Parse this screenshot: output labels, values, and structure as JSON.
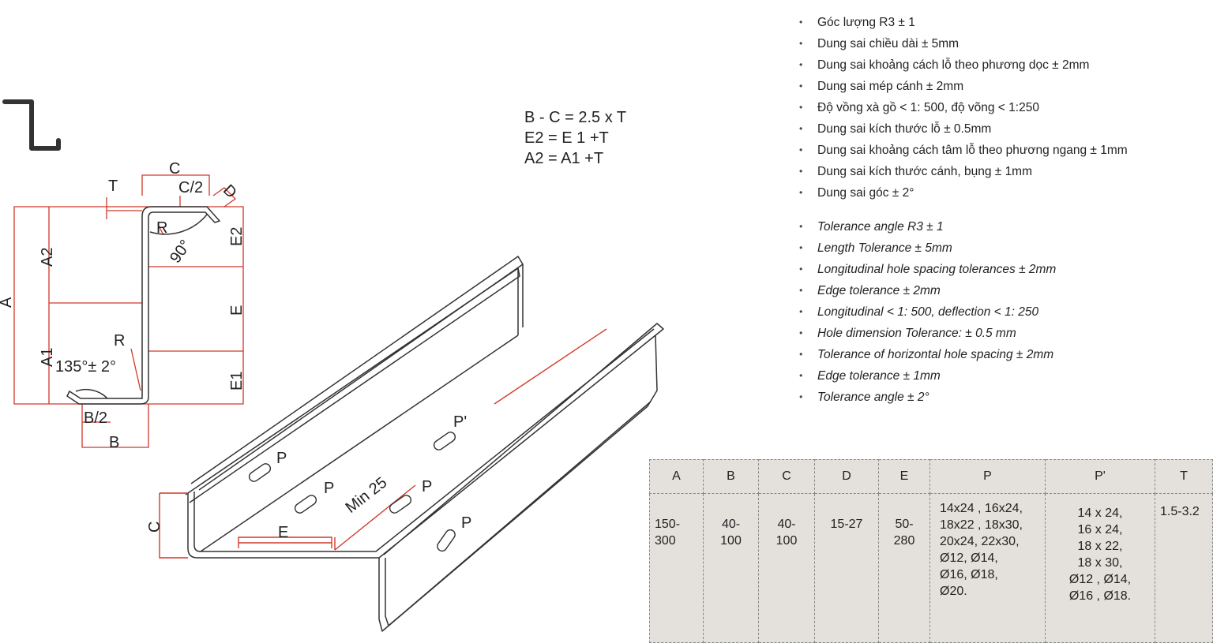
{
  "formulas": [
    "B - C = 2.5 x T",
    "E2 = E 1 +T",
    "A2 = A1 +T"
  ],
  "tolerances_vi": [
    "Góc lượng R3 ± 1",
    "Dung sai chiều dài  ± 5mm",
    "Dung sai khoảng cách lỗ theo phương dọc ± 2mm",
    "Dung sai mép cánh ± 2mm",
    "Độ vồng xà gồ < 1: 500, độ võng < 1:250",
    "Dung sai kích thước lỗ ± 0.5mm",
    "Dung sai khoảng cách tâm lỗ theo phương ngang ± 1mm",
    "Dung sai kích thước cánh, bụng ± 1mm",
    "Dung sai góc ± 2°"
  ],
  "tolerances_en": [
    "Tolerance angle R3 ± 1",
    "Length Tolerance ± 5mm",
    "Longitudinal hole spacing tolerances ± 2mm",
    "Edge tolerance ± 2mm",
    "Longitudinal < 1: 500, deflection < 1: 250",
    "Hole dimension Tolerance: ± 0.5 mm",
    "Tolerance of horizontal hole spacing ± 2mm",
    "Edge tolerance  ± 1mm",
    "Tolerance angle ± 2°"
  ],
  "section_labels": {
    "T": "T",
    "C": "C",
    "C2": "C/2",
    "D": "D",
    "R_top": "R",
    "angle90": "90°",
    "A": "A",
    "A1": "A1",
    "A2": "A2",
    "E": "E",
    "E1": "E1",
    "E2": "E2",
    "R_bottom": "R",
    "angle135": "135°± 2°",
    "B": "B",
    "B2": "B/2"
  },
  "iso_labels": {
    "P1": "P",
    "P2": "P",
    "P3": "P",
    "P4": "P",
    "Pprime": "P'",
    "min25": "Min 25",
    "E": "E",
    "C": "C"
  },
  "spec_table": {
    "headers": [
      "A",
      "B",
      "C",
      "D",
      "E",
      "P",
      "P'",
      "T"
    ],
    "row": [
      [
        "150-",
        "300"
      ],
      [
        "40-",
        "100"
      ],
      [
        "40-",
        "100"
      ],
      [
        "15-27"
      ],
      [
        "50-",
        "280"
      ],
      [
        "14x24 , 16x24,",
        "18x22 , 18x30,",
        "20x24, 22x30,",
        "Ø12, Ø14,",
        "Ø16, Ø18,",
        "Ø20."
      ],
      [
        "14 x 24,",
        "16 x 24,",
        "18 x 22,",
        "18 x 30,",
        "Ø12 , Ø14,",
        "Ø16 , Ø18."
      ],
      [
        "1.5-3.2"
      ]
    ]
  },
  "colors": {
    "dimension": "#d0392b",
    "outline": "#333333",
    "table_bg": "#e4e0dc"
  }
}
